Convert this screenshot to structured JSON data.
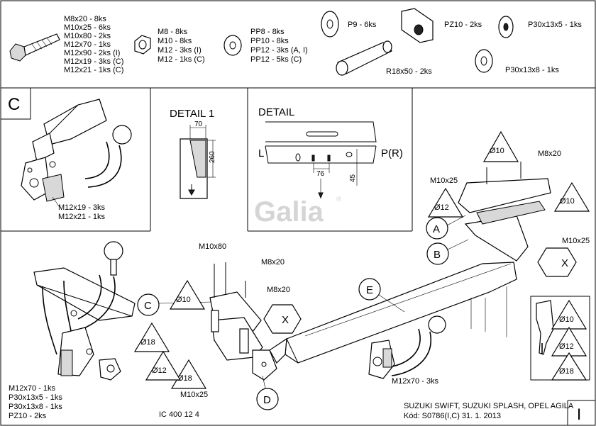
{
  "hardware": {
    "bolt_list": [
      "M8x20 - 8ks",
      "M10x25 - 6ks",
      "M10x80 - 2ks",
      "M12x70 - 1ks",
      "M12x90 - 2ks (I)",
      "M12x19 - 3ks (C)",
      "M12x21 - 1ks (C)"
    ],
    "nut_list": [
      "M8 - 8ks",
      "M10 - 8ks",
      "M12 - 3ks (I)",
      "M12 - 1ks (C)"
    ],
    "washer_list": [
      "PP8 - 8ks",
      "PP10 - 8ks",
      "PP12 - 3ks (A, I)",
      "PP12 - 5ks (C)"
    ],
    "p9": "P9 - 6ks",
    "pz10": "PZ10 - 2ks",
    "p30x13x5": "P30x13x5 - 1ks",
    "r18x50": "R18x50 - 2ks",
    "p30x13x8": "P30x13x8 - 1ks"
  },
  "panel_c": {
    "letter": "C",
    "bolts": [
      "M12x19 - 3ks",
      "M12x21 - 1ks"
    ]
  },
  "detail1": {
    "title": "DETAIL 1",
    "dim_width": "70",
    "dim_height": "260"
  },
  "detail2": {
    "title": "DETAIL",
    "left": "L",
    "right": "P(R)",
    "dim_a": "76",
    "dim_b": "45"
  },
  "watermark": {
    "brand": "Galia",
    "registered": "®"
  },
  "assembly": {
    "m8x20_top": "M8x20",
    "m10x25_top": "M10x25",
    "m10x25_right": "M10x25",
    "m10x80": "M10x80",
    "m8x20_a": "M8x20",
    "m8x20_b": "M8x20",
    "m10x25_bottom": "M10x25",
    "m12x70": "M12x70 - 3ks",
    "label_a": "A",
    "label_b": "B",
    "label_c": "C",
    "label_d": "D",
    "label_e": "E",
    "label_x1": "X",
    "label_x2": "X",
    "dia10_a": "Ø10",
    "dia10_b": "Ø10",
    "dia12_a": "Ø12",
    "dia10_c": "Ø10",
    "dia18_a": "Ø18",
    "dia18_b": "Ø18",
    "dia12_b": "Ø12",
    "drill_dia10": "Ø10",
    "drill_dia12": "Ø12",
    "drill_dia18": "Ø18"
  },
  "ball_kit": [
    "M12x70 - 1ks",
    "P30x13x5 - 1ks",
    "P30x13x8 - 1ks",
    "PZ10 - 2ks"
  ],
  "footer": {
    "drawing_no": "IC 400 12 4",
    "vehicles": "SUZUKI SWIFT, SUZUKI SPLASH, OPEL AGILA",
    "code": "Kód: S0786(I,C)  31. 1. 2013",
    "sheet_mark": "I"
  }
}
